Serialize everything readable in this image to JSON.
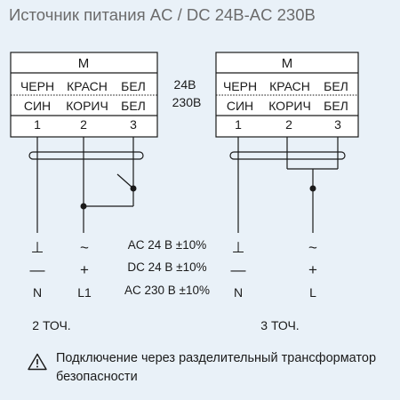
{
  "title": "Источник питания AC / DC 24B-AC 230B",
  "left_block": {
    "motor_label": "M",
    "wires_24v": [
      "ЧЕРН",
      "КРАСН",
      "БЕЛ"
    ],
    "wires_230v": [
      "СИН",
      "КОРИЧ",
      "БЕЛ"
    ],
    "terminals": [
      "1",
      "2",
      "3"
    ],
    "supply_symbols": [
      "⊥",
      "~"
    ],
    "dc_symbols": [
      "—",
      "+"
    ],
    "ac_labels": [
      "N",
      "L1"
    ],
    "caption": "2 ТОЧ."
  },
  "right_block": {
    "motor_label": "M",
    "wires_24v": [
      "ЧЕРН",
      "КРАСН",
      "БЕЛ"
    ],
    "wires_230v": [
      "СИН",
      "КОРИЧ",
      "БЕЛ"
    ],
    "terminals": [
      "1",
      "2",
      "3"
    ],
    "supply_symbols": [
      "⊥",
      "~"
    ],
    "dc_symbols": [
      "—",
      "+"
    ],
    "ac_labels": [
      "N",
      "L"
    ],
    "caption": "3 ТОЧ."
  },
  "voltage_labels": [
    "24B",
    "230B"
  ],
  "supply_notes": [
    "AC 24 B ±10%",
    "DC 24 B ±10%",
    "AC 230 B ±10%"
  ],
  "warning": {
    "icon": "warning-triangle-icon",
    "text": "Подключение через разделительный трансформатор безопасности"
  }
}
